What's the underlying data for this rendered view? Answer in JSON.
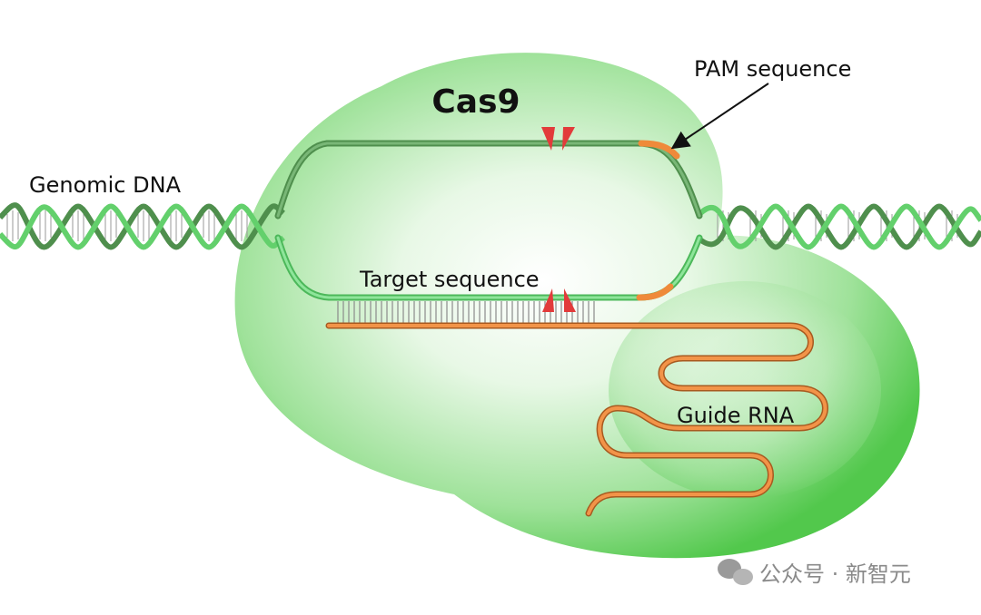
{
  "diagram": {
    "protein_label": "Cas9",
    "labels": {
      "genomic_dna": "Genomic DNA",
      "pam_sequence": "PAM sequence",
      "target_sequence": "Target sequence",
      "guide_rna": "Guide RNA"
    },
    "watermark": "公众号 · 新智元",
    "colors": {
      "protein": "#4cc94a",
      "dna_dark": "#4f8f4d",
      "dna_light": "#5fcf6a",
      "rna": "#ef8a3a",
      "pam": "#ef8a3a",
      "cut_site": "#e23b3b"
    }
  }
}
